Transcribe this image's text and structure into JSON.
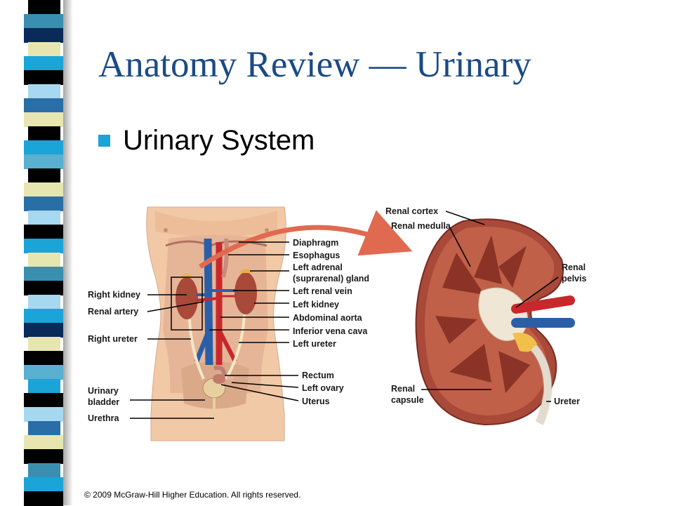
{
  "slide": {
    "title": "Anatomy Review — Urinary",
    "bullet": "Urinary System",
    "copyright": "© 2009 McGraw-Hill Higher Education. All rights reserved."
  },
  "colors": {
    "title": "#1b4a86",
    "bullet": "#1aa4d8",
    "kidney": "#a8493a",
    "artery": "#c8282c",
    "vein": "#2a5fa8",
    "skin": "#f2c9a6",
    "arrow": "#e06a50"
  },
  "stripe_colors": [
    "#000000",
    "#3a8fb0",
    "#0a2a5a",
    "#e8e6b0",
    "#1aa4d8",
    "#000000",
    "#a6d8f0",
    "#2a6ea8",
    "#e8e6b0",
    "#000000",
    "#1aa4d8",
    "#5ab0d0",
    "#000000",
    "#e8e6b0",
    "#2a6ea8",
    "#a6d8f0",
    "#000000",
    "#1aa4d8",
    "#e8e6b0",
    "#3a8fb0",
    "#000000",
    "#a6d8f0",
    "#1aa4d8",
    "#0a2a5a",
    "#e8e6b0",
    "#000000",
    "#5ab0d0",
    "#1aa4d8",
    "#000000",
    "#a6d8f0",
    "#2a6ea8",
    "#e8e6b0",
    "#000000",
    "#3a8fb0",
    "#1aa4d8",
    "#000000"
  ],
  "body_labels": {
    "diaphragm": "Diaphragm",
    "esophagus": "Esophagus",
    "left_adrenal_1": "Left adrenal",
    "left_adrenal_2": "(suprarenal) gland",
    "left_renal_vein": "Left renal vein",
    "left_kidney": "Left kidney",
    "abdominal_aorta": "Abdominal aorta",
    "inferior_vena_cava": "Inferior vena cava",
    "left_ureter": "Left ureter",
    "rectum": "Rectum",
    "left_ovary": "Left ovary",
    "uterus": "Uterus",
    "right_kidney": "Right kidney",
    "renal_artery": "Renal artery",
    "right_ureter": "Right ureter",
    "urinary_bladder_1": "Urinary",
    "urinary_bladder_2": "bladder",
    "urethra": "Urethra"
  },
  "kidney_labels": {
    "renal_cortex": "Renal cortex",
    "renal_medulla": "Renal medulla",
    "renal_pelvis_1": "Renal",
    "renal_pelvis_2": "pelvis",
    "renal_capsule_1": "Renal",
    "renal_capsule_2": "capsule",
    "ureter": "Ureter"
  }
}
